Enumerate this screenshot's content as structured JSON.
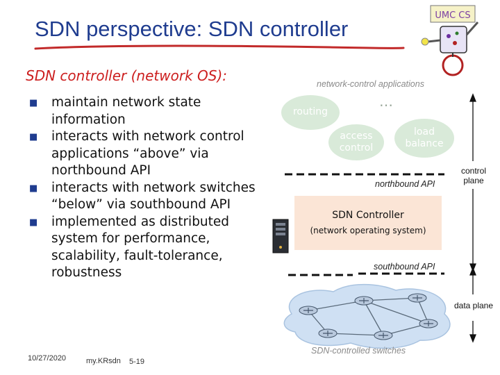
{
  "slide": {
    "title": "SDN perspective: SDN controller",
    "subtitle": "SDN controller (network OS):",
    "bullets": [
      "maintain network state information",
      "interacts with network control applications “above” via northbound API",
      "interacts with network switches “below” via southbound API",
      "implemented as distributed system for performance, scalability, fault-tolerance, robustness"
    ]
  },
  "diagram": {
    "apps_header": "network-control applications",
    "apps": [
      "routing",
      "access control",
      "load balance"
    ],
    "ellipsis": "…",
    "northbound_label": "northbound API",
    "controller_name": "SDN Controller",
    "controller_subtitle": "(network operating system)",
    "southbound_label": "southbound API",
    "switches_label": "SDN-controlled switches",
    "control_plane_label": "control plane",
    "data_plane_label": "data plane",
    "logo_text": "UMC CS"
  },
  "footer": {
    "date": "10/27/2020",
    "credit": "my.KRsdn",
    "page": "5-19"
  },
  "colors": {
    "title": "#1f3c8f",
    "subtitle": "#cc1e1e",
    "app_bubble": "#d9ead9",
    "controller_box": "#fbe5d6",
    "switch_cloud": "#cfe0f3"
  }
}
